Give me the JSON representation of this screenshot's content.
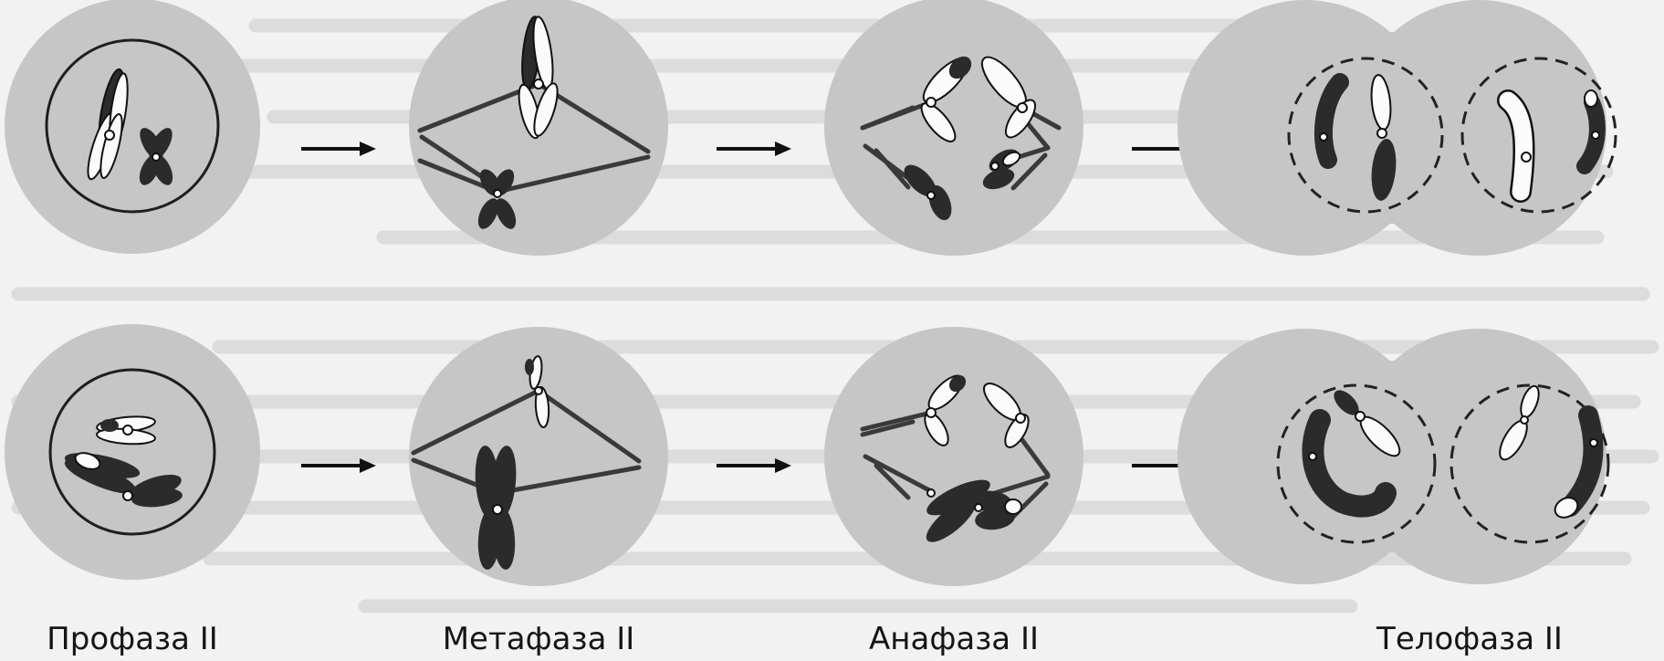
{
  "stage_labels": [
    "Профаза II",
    "Метафаза II",
    "Анафаза II",
    "Телофаза II"
  ],
  "colors": {
    "background": "#f2f2f2",
    "cell_fill": "#c6c6c6",
    "chromosome_dark": "#2b2b2b",
    "chromosome_light": "#fbfbfb",
    "spindle": "#3a3a3a",
    "arrow": "#111111",
    "bleed_text": "#cfcfcf"
  },
  "icons": {
    "row_arrow": "right-arrow-icon",
    "stage_cell": "cell-icon",
    "centromere": "centromere-icon"
  }
}
